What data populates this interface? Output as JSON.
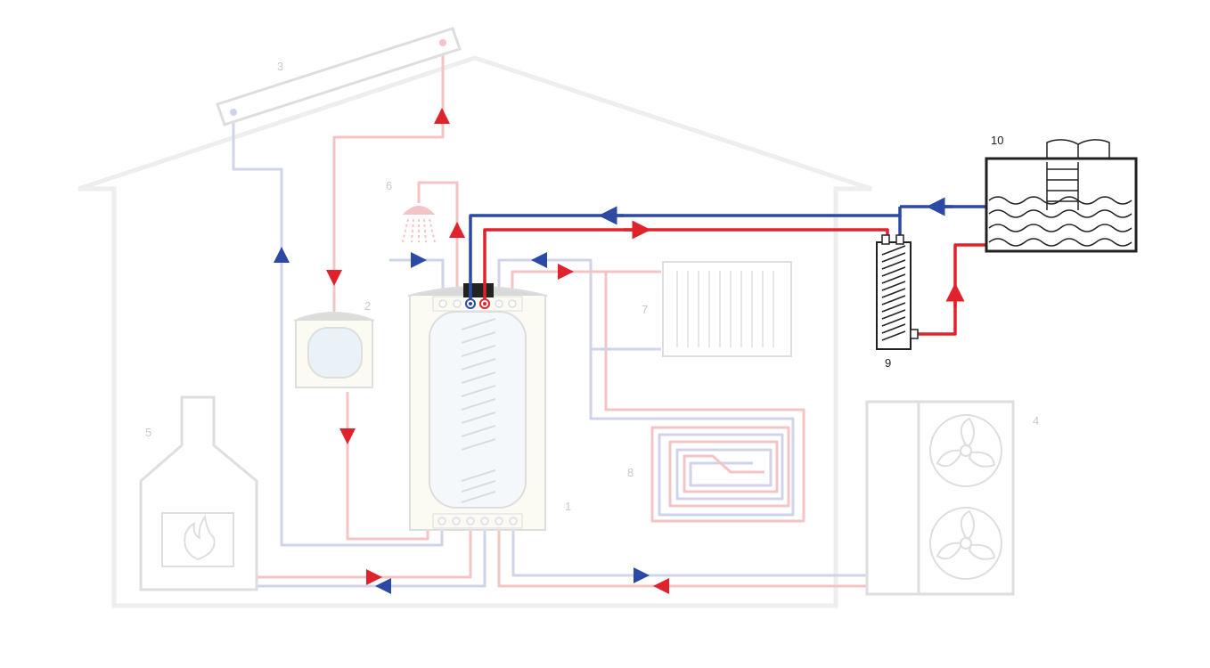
{
  "colors": {
    "hot": "#e0222c",
    "cold": "#2c4aa3",
    "hot_faded": "#f4c3c5",
    "cold_faded": "#cfd4ea",
    "outline_faded": "#dedede",
    "outline_active": "#222222",
    "tank_fill": "#fbfaf3"
  },
  "labels": {
    "storage_tank": "1",
    "expansion_tank": "2",
    "solar_collector": "3",
    "heat_pump": "4",
    "fireplace": "5",
    "shower": "6",
    "radiator": "7",
    "floor_heating": "8",
    "heat_exchanger": "9",
    "swimming_pool": "10"
  },
  "highlighted_components": [
    "heat_exchanger",
    "swimming_pool"
  ],
  "icons": [
    "house-outline",
    "solar-panel-icon",
    "shower-icon",
    "expansion-vessel-icon",
    "buffer-tank-icon",
    "radiator-icon",
    "floor-heating-coil-icon",
    "fireplace-icon",
    "flame-icon",
    "heat-pump-fan-icon",
    "plate-heat-exchanger-icon",
    "pool-ladder-icon",
    "water-wave-icon"
  ]
}
